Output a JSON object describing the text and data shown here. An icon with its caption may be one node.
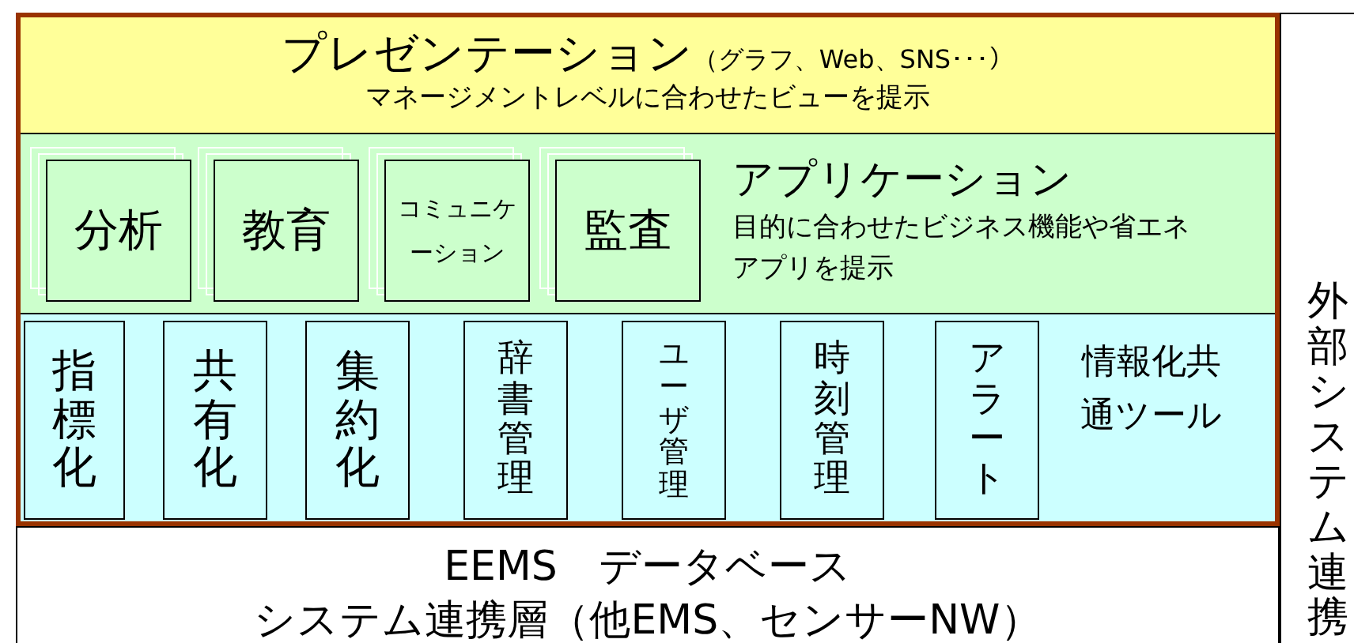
{
  "diagram": {
    "nodes": [
      {
        "text": [],
        "shape": "box"
      },
      {
        "text": [
          "プレゼンテーション",
          "（グラフ、Web、SNS･･･）",
          "マネージメントレベルに合わせたビューを提示"
        ],
        "in": 0
      },
      {
        "text": [
          "アプリケーション",
          "目的に合わせたビジネス機能や省エネアプリを提示"
        ],
        "in": 0
      },
      {
        "text": [
          "分析"
        ],
        "in": 2
      },
      {
        "text": [
          "教育"
        ],
        "in": 2
      },
      {
        "text": [
          "コミュニケーション"
        ],
        "in": 2
      },
      {
        "text": [
          "監査"
        ],
        "in": 2
      },
      {
        "text": [
          "情報化共通ツール"
        ],
        "in": 0
      },
      {
        "text": [
          "指標化"
        ],
        "in": 7
      },
      {
        "text": [
          "共有化"
        ],
        "in": 7
      },
      {
        "text": [
          "集約化"
        ],
        "in": 7
      },
      {
        "text": [
          "辞書管理"
        ],
        "in": 7
      },
      {
        "text": [
          "ユーザ管理"
        ],
        "in": 7
      },
      {
        "text": [
          "時刻管理"
        ],
        "in": 7
      },
      {
        "text": [
          "アラート"
        ],
        "in": 7
      },
      {
        "text": [
          "EEMS　データベース",
          "システム連携層（他EMS、センサーNW）"
        ]
      },
      {
        "text": [
          "外部システム連携"
        ]
      }
    ]
  }
}
